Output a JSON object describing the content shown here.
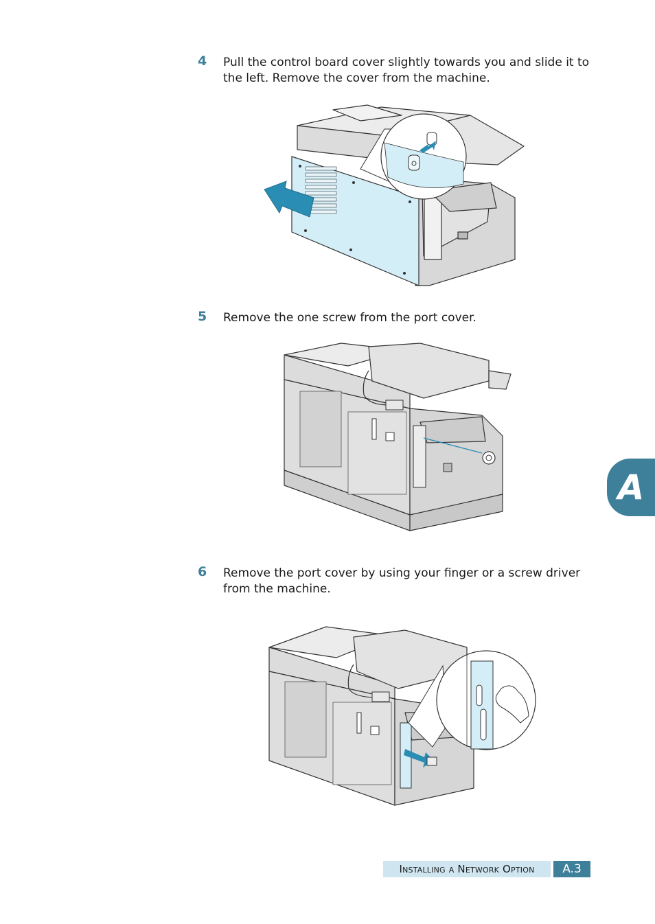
{
  "steps": [
    {
      "number": "4",
      "text": "Pull the control board cover slightly towards you and slide it to the left. Remove the cover from the machine."
    },
    {
      "number": "5",
      "text": "Remove the one screw from the port cover."
    },
    {
      "number": "6",
      "text": "Remove the port cover by using your finger or a screw driver from the machine."
    }
  ],
  "tab": {
    "letter": "A"
  },
  "footer": {
    "title": "Installing a Network Option",
    "page": "A.3"
  },
  "colors": {
    "accent": "#3e7f9a",
    "highlight": "#cfe6f0",
    "cover": "#d4eef8",
    "machine": "#e6e6e6"
  }
}
